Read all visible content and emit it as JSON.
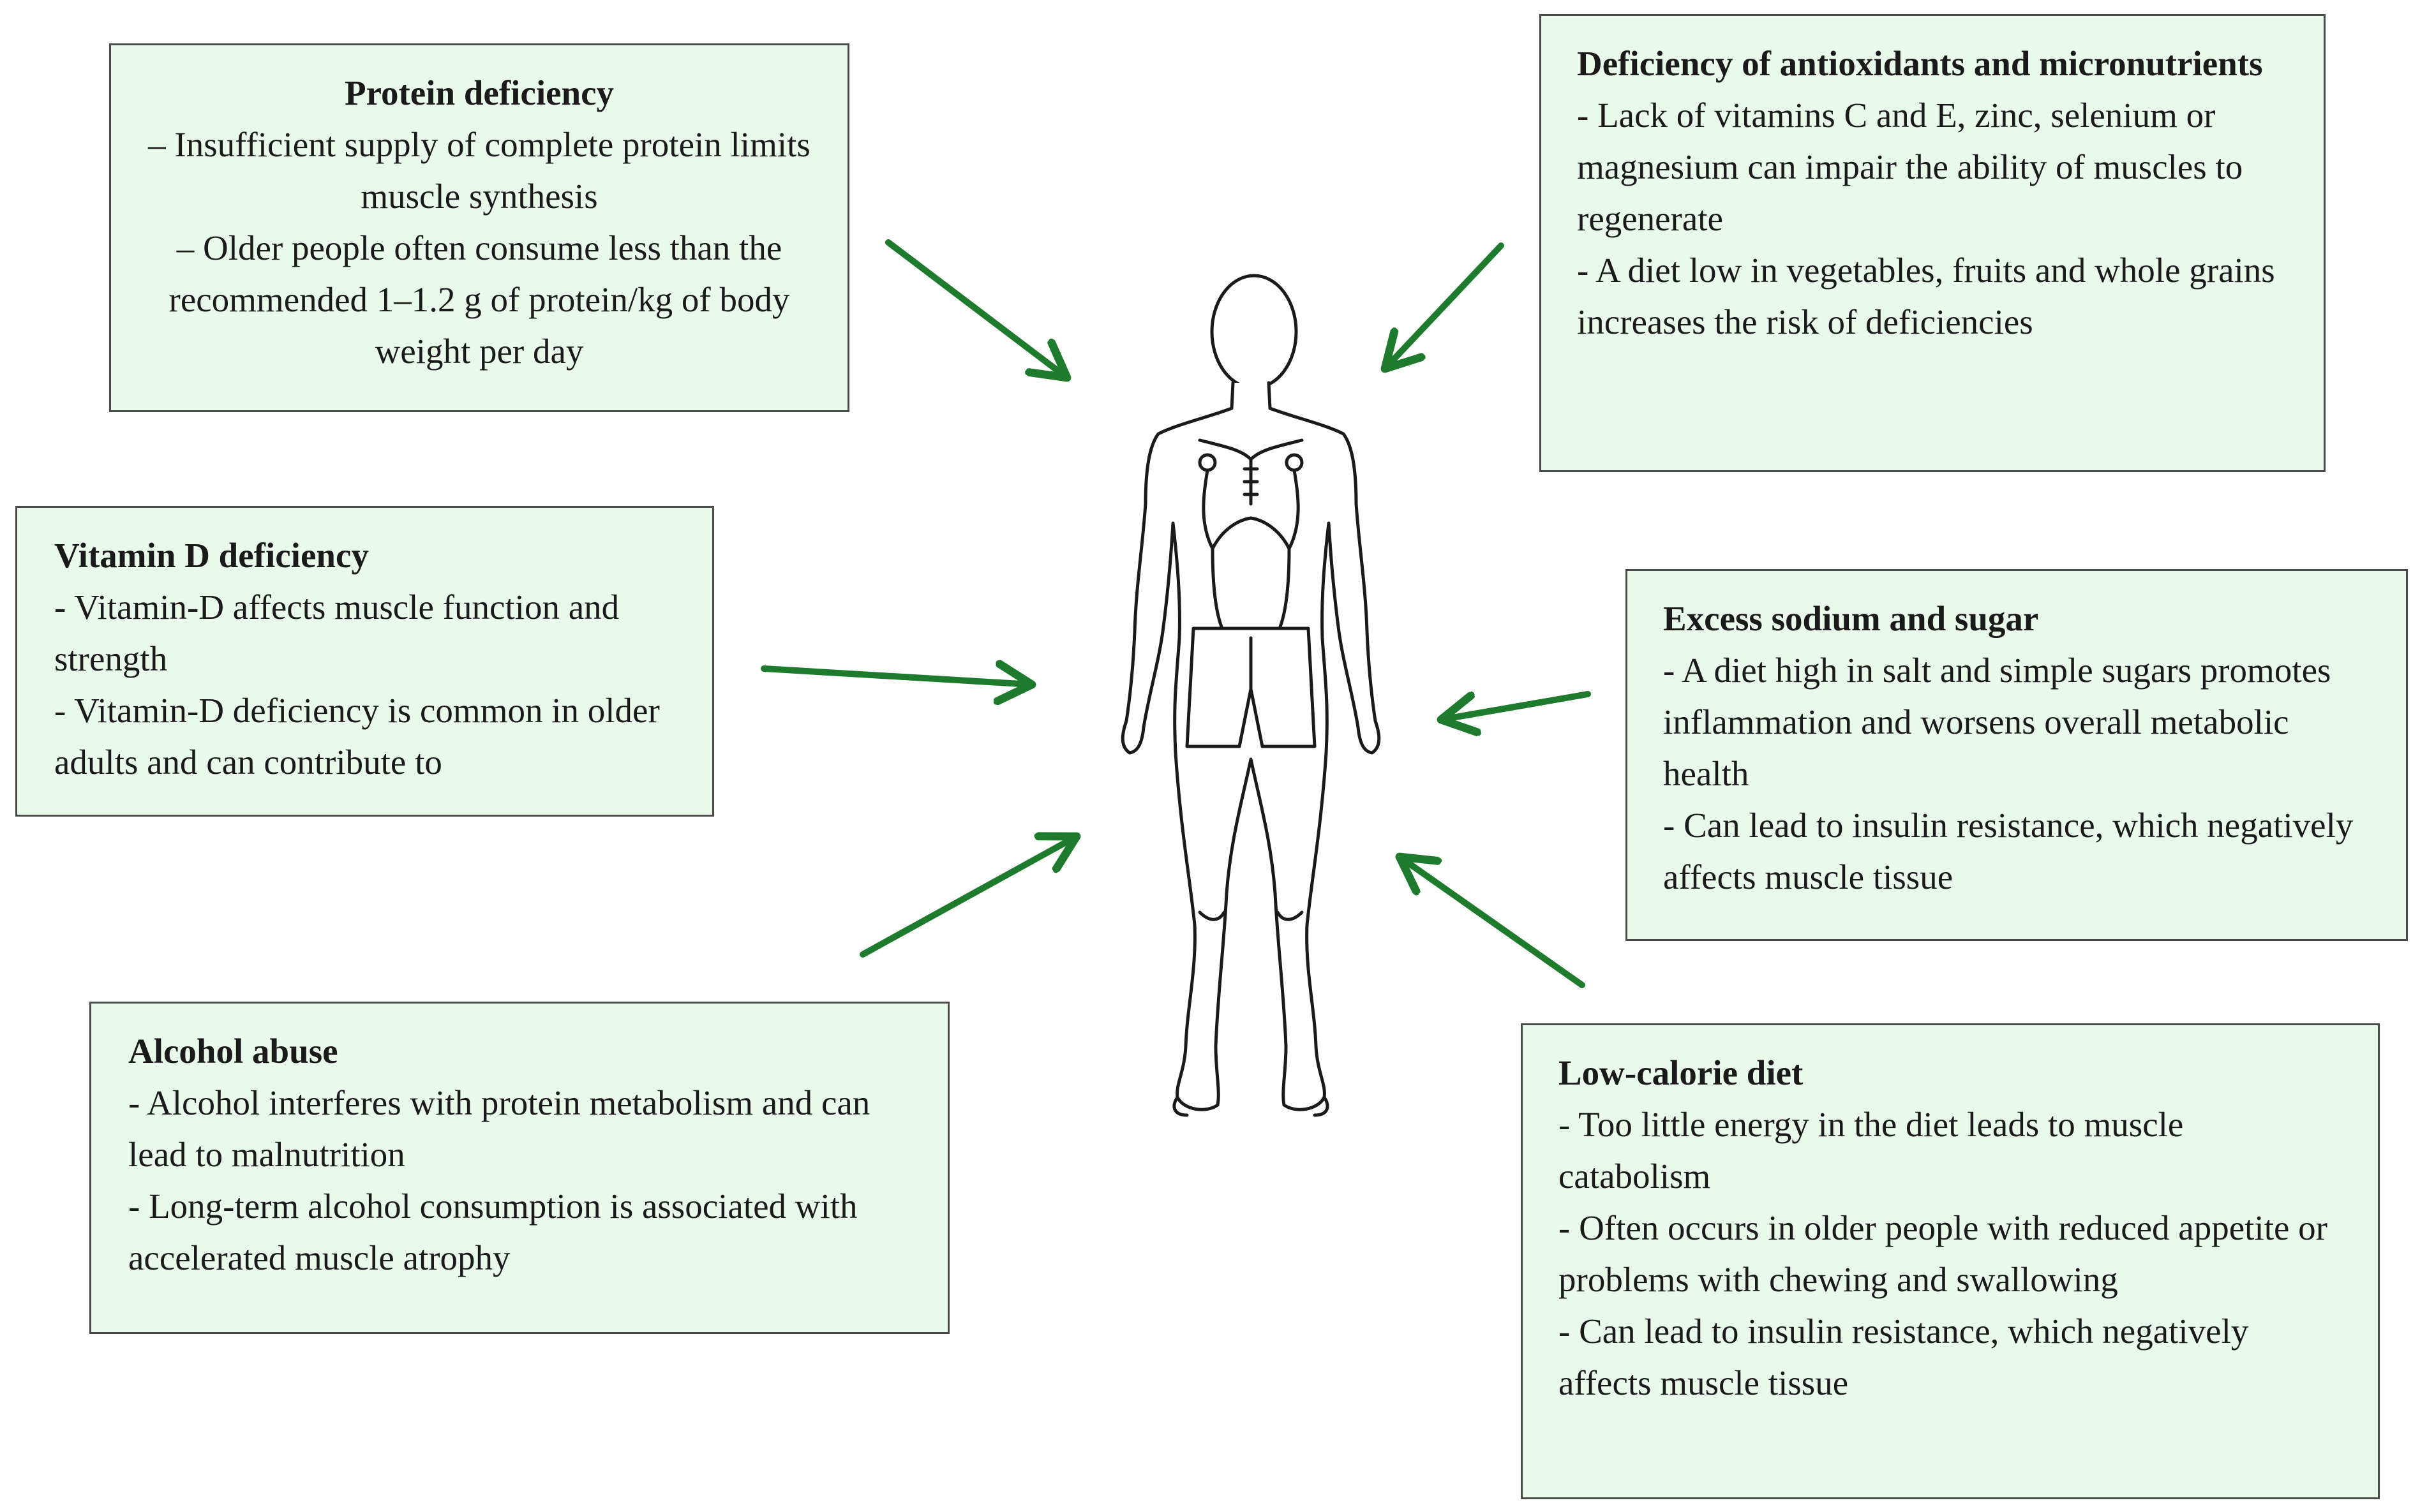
{
  "colors": {
    "box_fill": "#e9f9ea",
    "box_border": "#4a4a4a",
    "arrow": "#1e7a2c",
    "figure": "#1a1a1a"
  },
  "figure": {
    "icon": "human-body-icon"
  },
  "boxes": {
    "protein": {
      "title": "Protein deficiency",
      "items": [
        "– Insufficient supply of complete protein limits muscle synthesis",
        "– Older people often consume less than the recommended 1–1.2 g of protein/kg of body weight per day"
      ]
    },
    "antioxidants": {
      "title": "Deficiency of antioxidants and micronutrients",
      "items": [
        "- Lack of vitamins C and E, zinc, selenium or magnesium can impair the ability of muscles to regenerate",
        "- A diet low in vegetables, fruits and whole grains increases the risk of deficiencies"
      ]
    },
    "vitamin_d": {
      "title": "Vitamin D deficiency",
      "items": [
        "- Vitamin-D affects muscle function and strength",
        "- Vitamin-D deficiency is common in older adults and can contribute to"
      ]
    },
    "sodium": {
      "title": "Excess sodium and sugar",
      "items": [
        "- A diet high in salt and simple sugars promotes inflammation and worsens overall metabolic health",
        "- Can lead to insulin resistance, which negatively affects muscle tissue"
      ]
    },
    "alcohol": {
      "title": "Alcohol abuse",
      "items": [
        "- Alcohol interferes with protein metabolism and can lead to malnutrition",
        "- Long-term alcohol consumption is associated with accelerated muscle atrophy"
      ]
    },
    "low_calorie": {
      "title": "Low-calorie diet",
      "items": [
        "- Too little energy in the diet leads to muscle catabolism",
        "- Often occurs in older people with reduced appetite or problems with chewing and swallowing",
        "- Can lead to insulin resistance, which negatively affects muscle tissue"
      ]
    }
  }
}
